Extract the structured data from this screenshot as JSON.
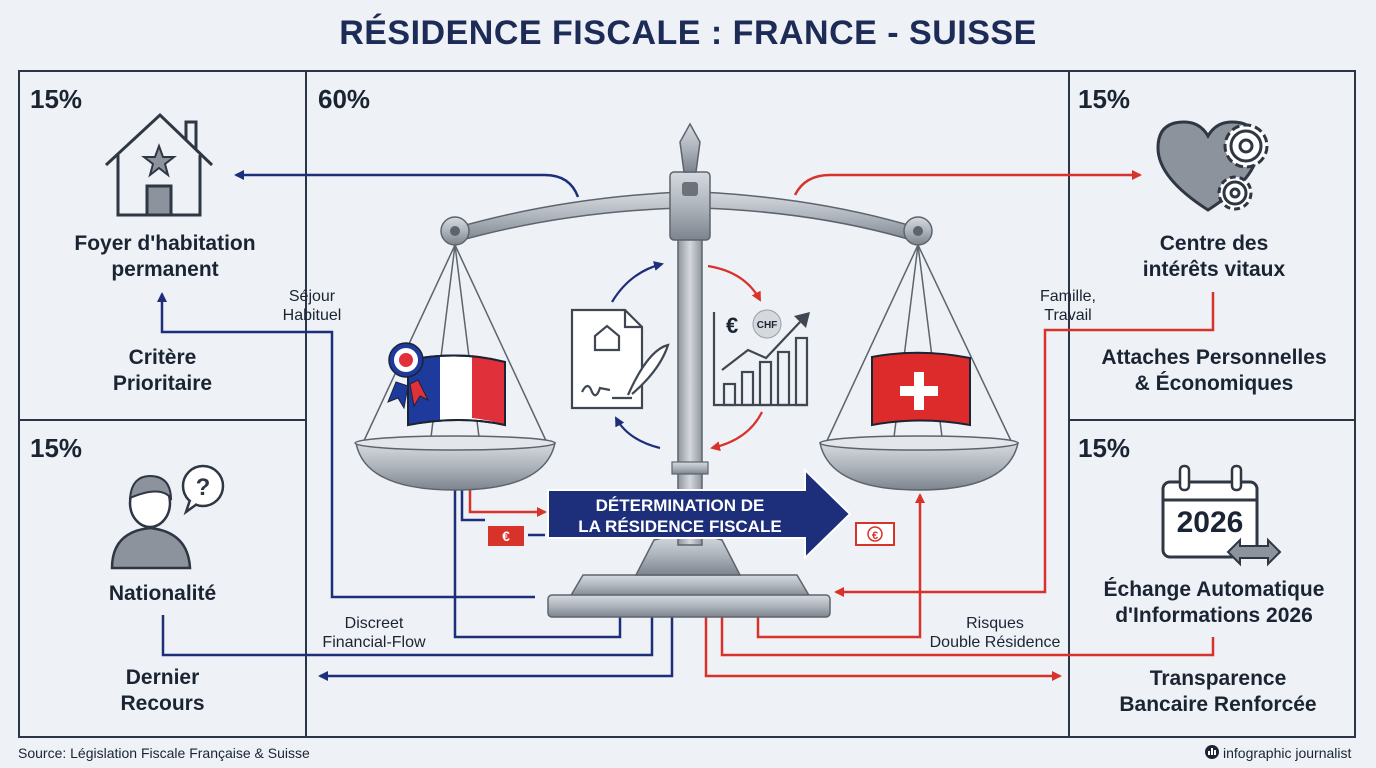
{
  "title": "RÉSIDENCE FISCALE : FRANCE - SUISSE",
  "panels": {
    "top_left": {
      "pct": "15%",
      "label_l1": "Foyer d'habitation",
      "label_l2": "permanent",
      "criterion_l1": "Critère",
      "criterion_l2": "Prioritaire"
    },
    "center": {
      "pct": "60%"
    },
    "bottom_left": {
      "pct": "15%",
      "label": "Nationalité",
      "criterion_l1": "Dernier",
      "criterion_l2": "Recours"
    },
    "top_right": {
      "pct": "15%",
      "label_l1": "Centre des",
      "label_l2": "intérêts vitaux",
      "criterion_l1": "Attaches Personnelles",
      "criterion_l2": "& Économiques"
    },
    "bottom_right": {
      "pct": "15%",
      "year": "2026",
      "label_l1": "Échange Automatique",
      "label_l2": "d'Informations 2026",
      "criterion_l1": "Transparence",
      "criterion_l2": "Bancaire Renforcée"
    }
  },
  "flow_labels": {
    "sejour_l1": "Séjour",
    "sejour_l2": "Habituel",
    "famille_l1": "Famille,",
    "famille_l2": "Travail",
    "discreet_l1": "Discreet",
    "discreet_l2": "Financial-Flow",
    "risques_l1": "Risques",
    "risques_l2": "Double Résidence"
  },
  "banner": {
    "l1": "DÉTERMINATION DE",
    "l2": "LA RÉSIDENCE FISCALE"
  },
  "icons": {
    "euro": "€",
    "chf": "CHF",
    "euro_note": "€"
  },
  "footer": {
    "source": "Source: Législation Fiscale Française & Suisse",
    "brand": "infographic journalist"
  },
  "colors": {
    "navy": "#1d2f7a",
    "red": "#d8332b",
    "gray": "#8c939c",
    "dark": "#1b2433"
  }
}
